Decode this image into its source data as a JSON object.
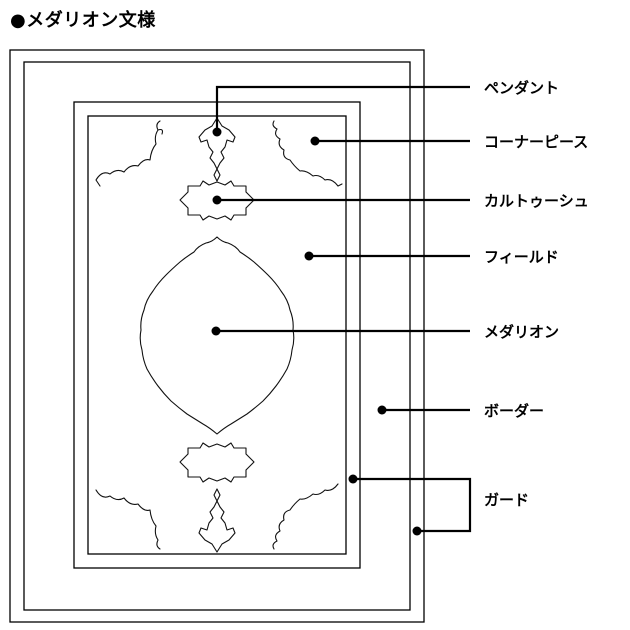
{
  "title": "●メダリオン文様",
  "labels": {
    "pendant": "ペンダント",
    "corner_piece": "コーナーピース",
    "cartouche": "カルトゥーシュ",
    "field": "フィールド",
    "medallion": "メダリオン",
    "border": "ボーダー",
    "guard": "ガード"
  }
}
